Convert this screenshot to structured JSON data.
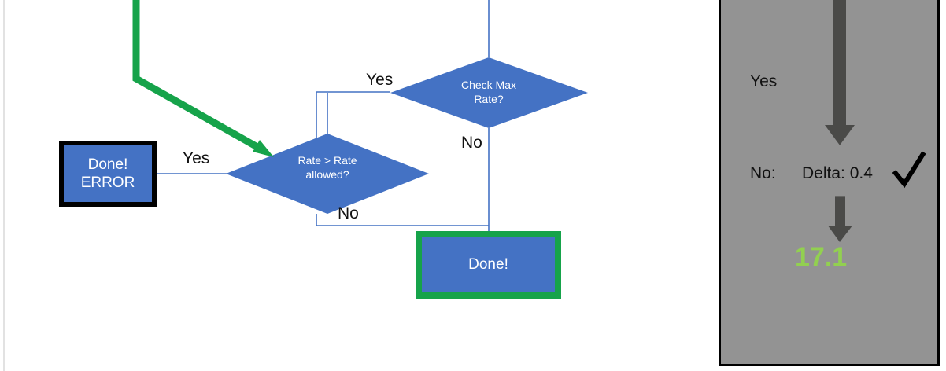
{
  "colors": {
    "node_fill": "#4472C4",
    "node_text": "#FFFFFF",
    "connector": "#4472C4",
    "highlight_green": "#16A34A",
    "panel_background": "#939393",
    "panel_arrow": "#4A4A48",
    "value_green": "#92D050",
    "border_black": "#000000"
  },
  "flowchart": {
    "nodes": [
      {
        "id": "check-max-rate",
        "shape": "diamond",
        "label": "Check Max\nRate?"
      },
      {
        "id": "rate-gt-rate-allowed",
        "shape": "diamond",
        "label": "Rate > Rate\nallowed?"
      },
      {
        "id": "done-error",
        "shape": "process",
        "label": "Done!\nERROR"
      },
      {
        "id": "done",
        "shape": "process",
        "label": "Done!"
      }
    ],
    "edge_labels": {
      "check_max_yes": "Yes",
      "check_max_no": "No",
      "rate_yes": "Yes",
      "rate_no": "No"
    }
  },
  "panel": {
    "branch_yes_label": "Yes",
    "branch_no_label": "No:",
    "delta_label": "Delta: 0.4",
    "check_icon": "check-mark",
    "result_value": "17.1"
  }
}
